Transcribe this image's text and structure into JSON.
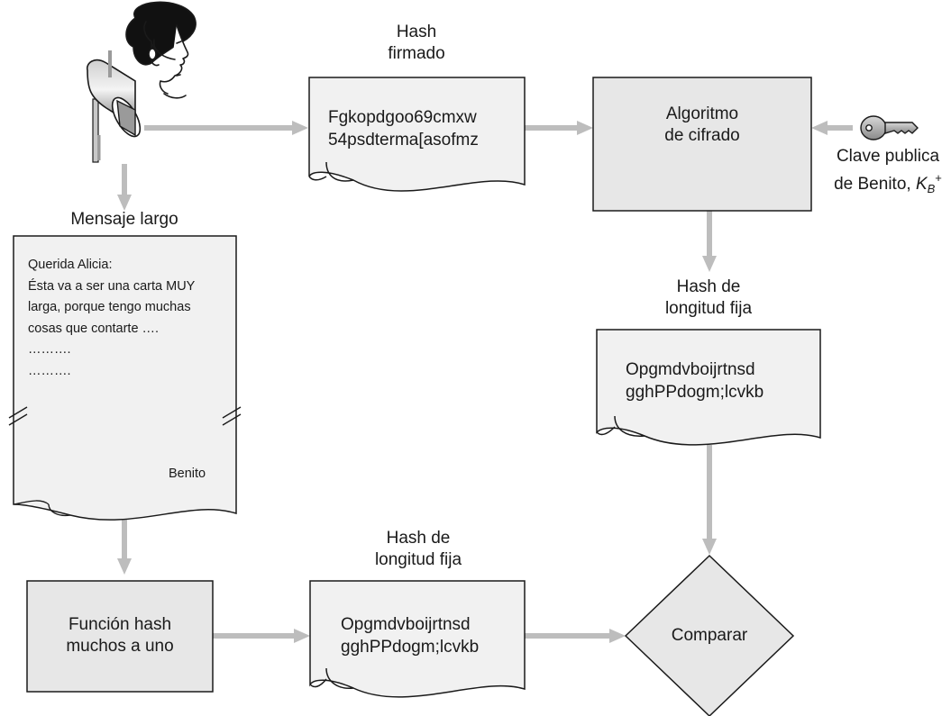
{
  "top_hash": {
    "title_line1": "Hash",
    "title_line2": "firmado",
    "line1": "Fgkopdgoo69cmxw",
    "line2": "54psdterma[asofmz"
  },
  "encrypt_box": {
    "line1": "Algoritmo",
    "line2": "de cifrado"
  },
  "key": {
    "line1": "Clave publica",
    "line2_prefix": "de Benito, ",
    "symbol": "K",
    "subscript": "B",
    "superscript": "+",
    "icon": "key-icon"
  },
  "message": {
    "title": "Mensaje largo",
    "lines": [
      "Querida Alicia:",
      "Ésta va a ser una carta MUY",
      "larga, porque tengo muchas",
      "cosas que contarte ….",
      "……….",
      "………."
    ],
    "signature": "Benito"
  },
  "right_hash": {
    "title_line1": "Hash de",
    "title_line2": "longitud fija",
    "line1": "Opgmdvboijrtnsd",
    "line2": "gghPPdogm;lcvkb"
  },
  "bottom_hash": {
    "title_line1": "Hash de",
    "title_line2": "longitud fija",
    "line1": "Opgmdvboijrtnsd",
    "line2": "gghPPdogm;lcvkb"
  },
  "hash_function_box": {
    "line1": "Función hash",
    "line2": "muchos a uno"
  },
  "compare": {
    "label": "Comparar"
  },
  "colors": {
    "box_fill": "#e7e7e7",
    "doc_fill": "#f1f1f1",
    "arrow": "#bdbdbd",
    "stroke": "#222222"
  }
}
